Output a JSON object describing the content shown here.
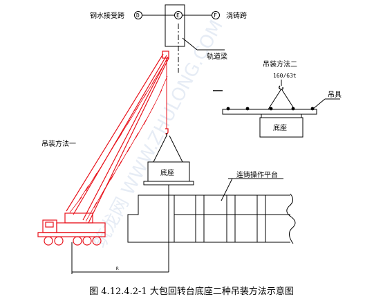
{
  "labels": {
    "ladle_receiving_span": "钢水接受跨",
    "casting_span": "浇铸跨",
    "rail_beam": "轨道梁",
    "method_two": "吊装方法二",
    "crane_capacity": "160/63t",
    "spreader": "吊具",
    "base_right": "底座",
    "method_one": "吊装方法一",
    "base_left": "底座",
    "caster_platform": "连铸操作平台",
    "dimension_mark": "R"
  },
  "circle_labels": {
    "left": "D",
    "center": "E",
    "right": "F"
  },
  "caption": "图 4.12.4.2-1 大包回转台底座二种吊装方法示意图",
  "watermark": "筑龙网 WWW.ZHULONG.COM",
  "colors": {
    "crane": "#e8121b",
    "lines": "#000000",
    "watermark": "#c9d6ea"
  }
}
